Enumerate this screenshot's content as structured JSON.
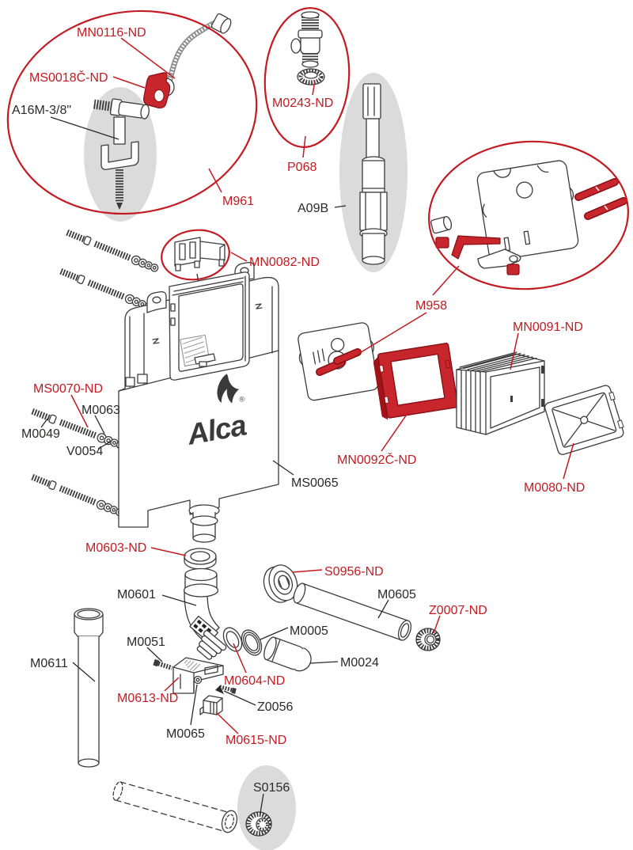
{
  "figure_type": "exploded-parts-diagram",
  "palette": {
    "label_red": "#c31b21",
    "label_black": "#2b2a29",
    "part_red": "#c8252c",
    "shadow_gray": "#dbdbdb",
    "line_art": "#3b3b3b"
  },
  "brand": {
    "logo_text": "Alca",
    "registered_mark": "®"
  },
  "labels": [
    {
      "text": "MN0116-ND",
      "color": "red"
    },
    {
      "text": "MS0018Č-ND",
      "color": "red"
    },
    {
      "text": "A16M-3/8\"",
      "color": "black"
    },
    {
      "text": "M961",
      "color": "red"
    },
    {
      "text": "M0243-ND",
      "color": "red"
    },
    {
      "text": "P068",
      "color": "red"
    },
    {
      "text": "A09B",
      "color": "black"
    },
    {
      "text": "M958",
      "color": "red"
    },
    {
      "text": "MN0082-ND",
      "color": "red"
    },
    {
      "text": "MN0091-ND",
      "color": "red"
    },
    {
      "text": "MN0092Č-ND",
      "color": "red"
    },
    {
      "text": "M0080-ND",
      "color": "red"
    },
    {
      "text": "MS0070-ND",
      "color": "red"
    },
    {
      "text": "M0063",
      "color": "black"
    },
    {
      "text": "M0049",
      "color": "black"
    },
    {
      "text": "V0054",
      "color": "black"
    },
    {
      "text": "MS0065",
      "color": "black"
    },
    {
      "text": "M0603-ND",
      "color": "red"
    },
    {
      "text": "M0601",
      "color": "black"
    },
    {
      "text": "S0956-ND",
      "color": "red"
    },
    {
      "text": "M0605",
      "color": "black"
    },
    {
      "text": "Z0007-ND",
      "color": "red"
    },
    {
      "text": "M0005",
      "color": "black"
    },
    {
      "text": "M0024",
      "color": "black"
    },
    {
      "text": "M0051",
      "color": "black"
    },
    {
      "text": "M0604-ND",
      "color": "red"
    },
    {
      "text": "M0613-ND",
      "color": "red"
    },
    {
      "text": "Z0056",
      "color": "black"
    },
    {
      "text": "M0065",
      "color": "black"
    },
    {
      "text": "M0615-ND",
      "color": "red"
    },
    {
      "text": "M0611",
      "color": "black"
    },
    {
      "text": "S0156",
      "color": "black"
    }
  ]
}
